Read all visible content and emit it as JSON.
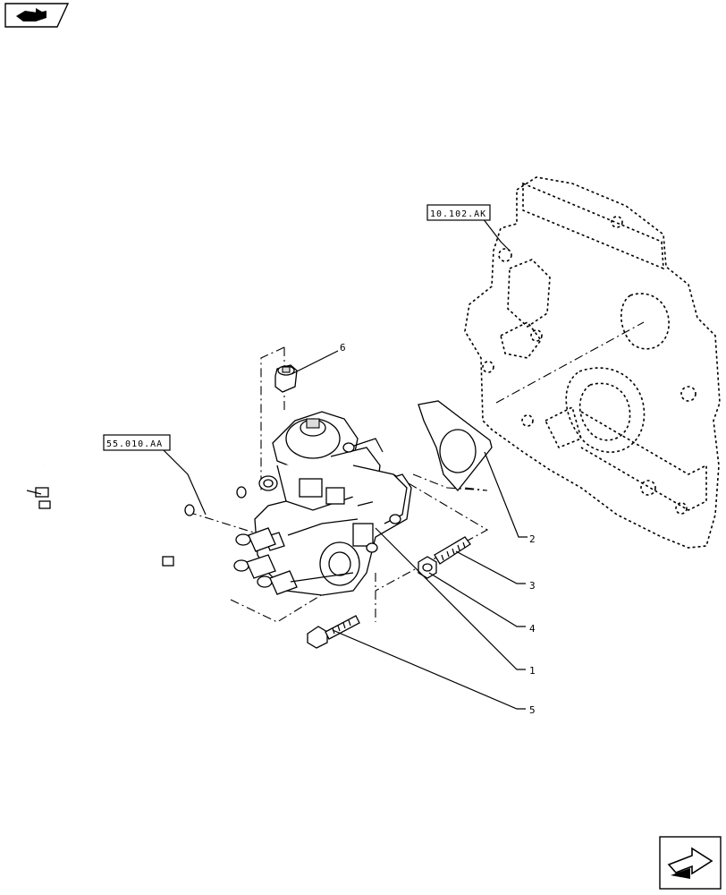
{
  "references": {
    "fuel_lines": "55.010.AA",
    "timing_cover": "10.102.AK"
  },
  "callouts": [
    "2",
    "3",
    "4",
    "1",
    "5",
    "6"
  ],
  "icons": {
    "top_left": "book-arrow-icon",
    "bottom_right": "next-page-arrow-icon"
  }
}
